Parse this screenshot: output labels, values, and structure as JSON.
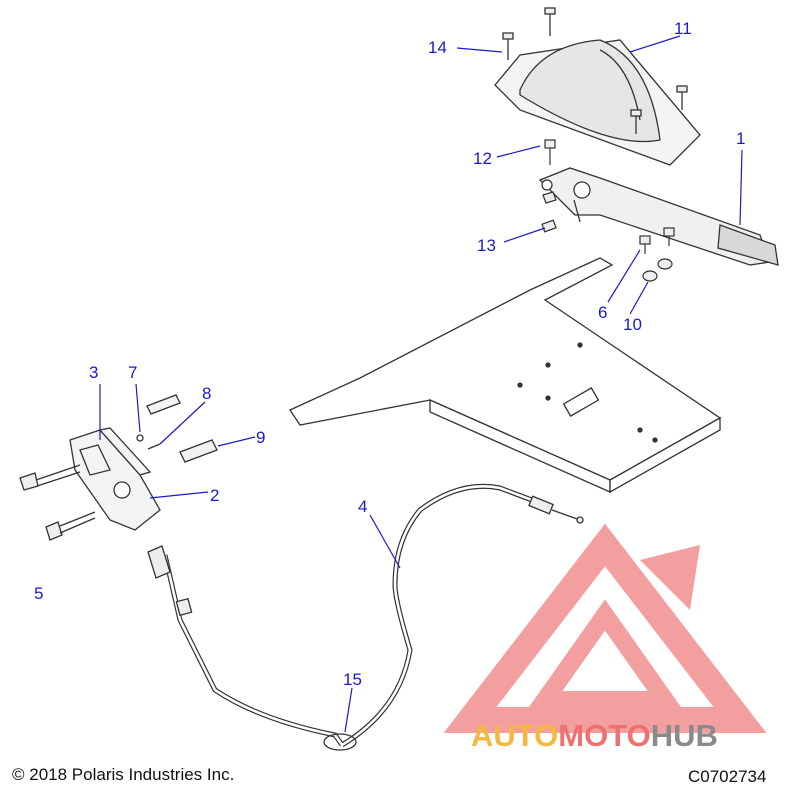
{
  "callouts": {
    "c1": "1",
    "c2": "2",
    "c3": "3",
    "c4": "4",
    "c5": "5",
    "c6": "6",
    "c7": "7",
    "c8": "8",
    "c9": "9",
    "c10": "10",
    "c11": "11",
    "c12": "12",
    "c13": "13",
    "c14": "14",
    "c15": "15"
  },
  "footer": {
    "copyright": "© 2018 Polaris Industries Inc.",
    "diagram_code": "C0702734"
  },
  "watermark": {
    "part1": "AUTO",
    "part2": "MOTO",
    "part3": "HUB",
    "color_orange": "#f5b942",
    "color_red": "#f07070",
    "color_gray": "#8a8a8a",
    "logo_color": "#f2a0a0"
  },
  "colors": {
    "callout": "#1a1acc",
    "line_art": "#333333"
  }
}
